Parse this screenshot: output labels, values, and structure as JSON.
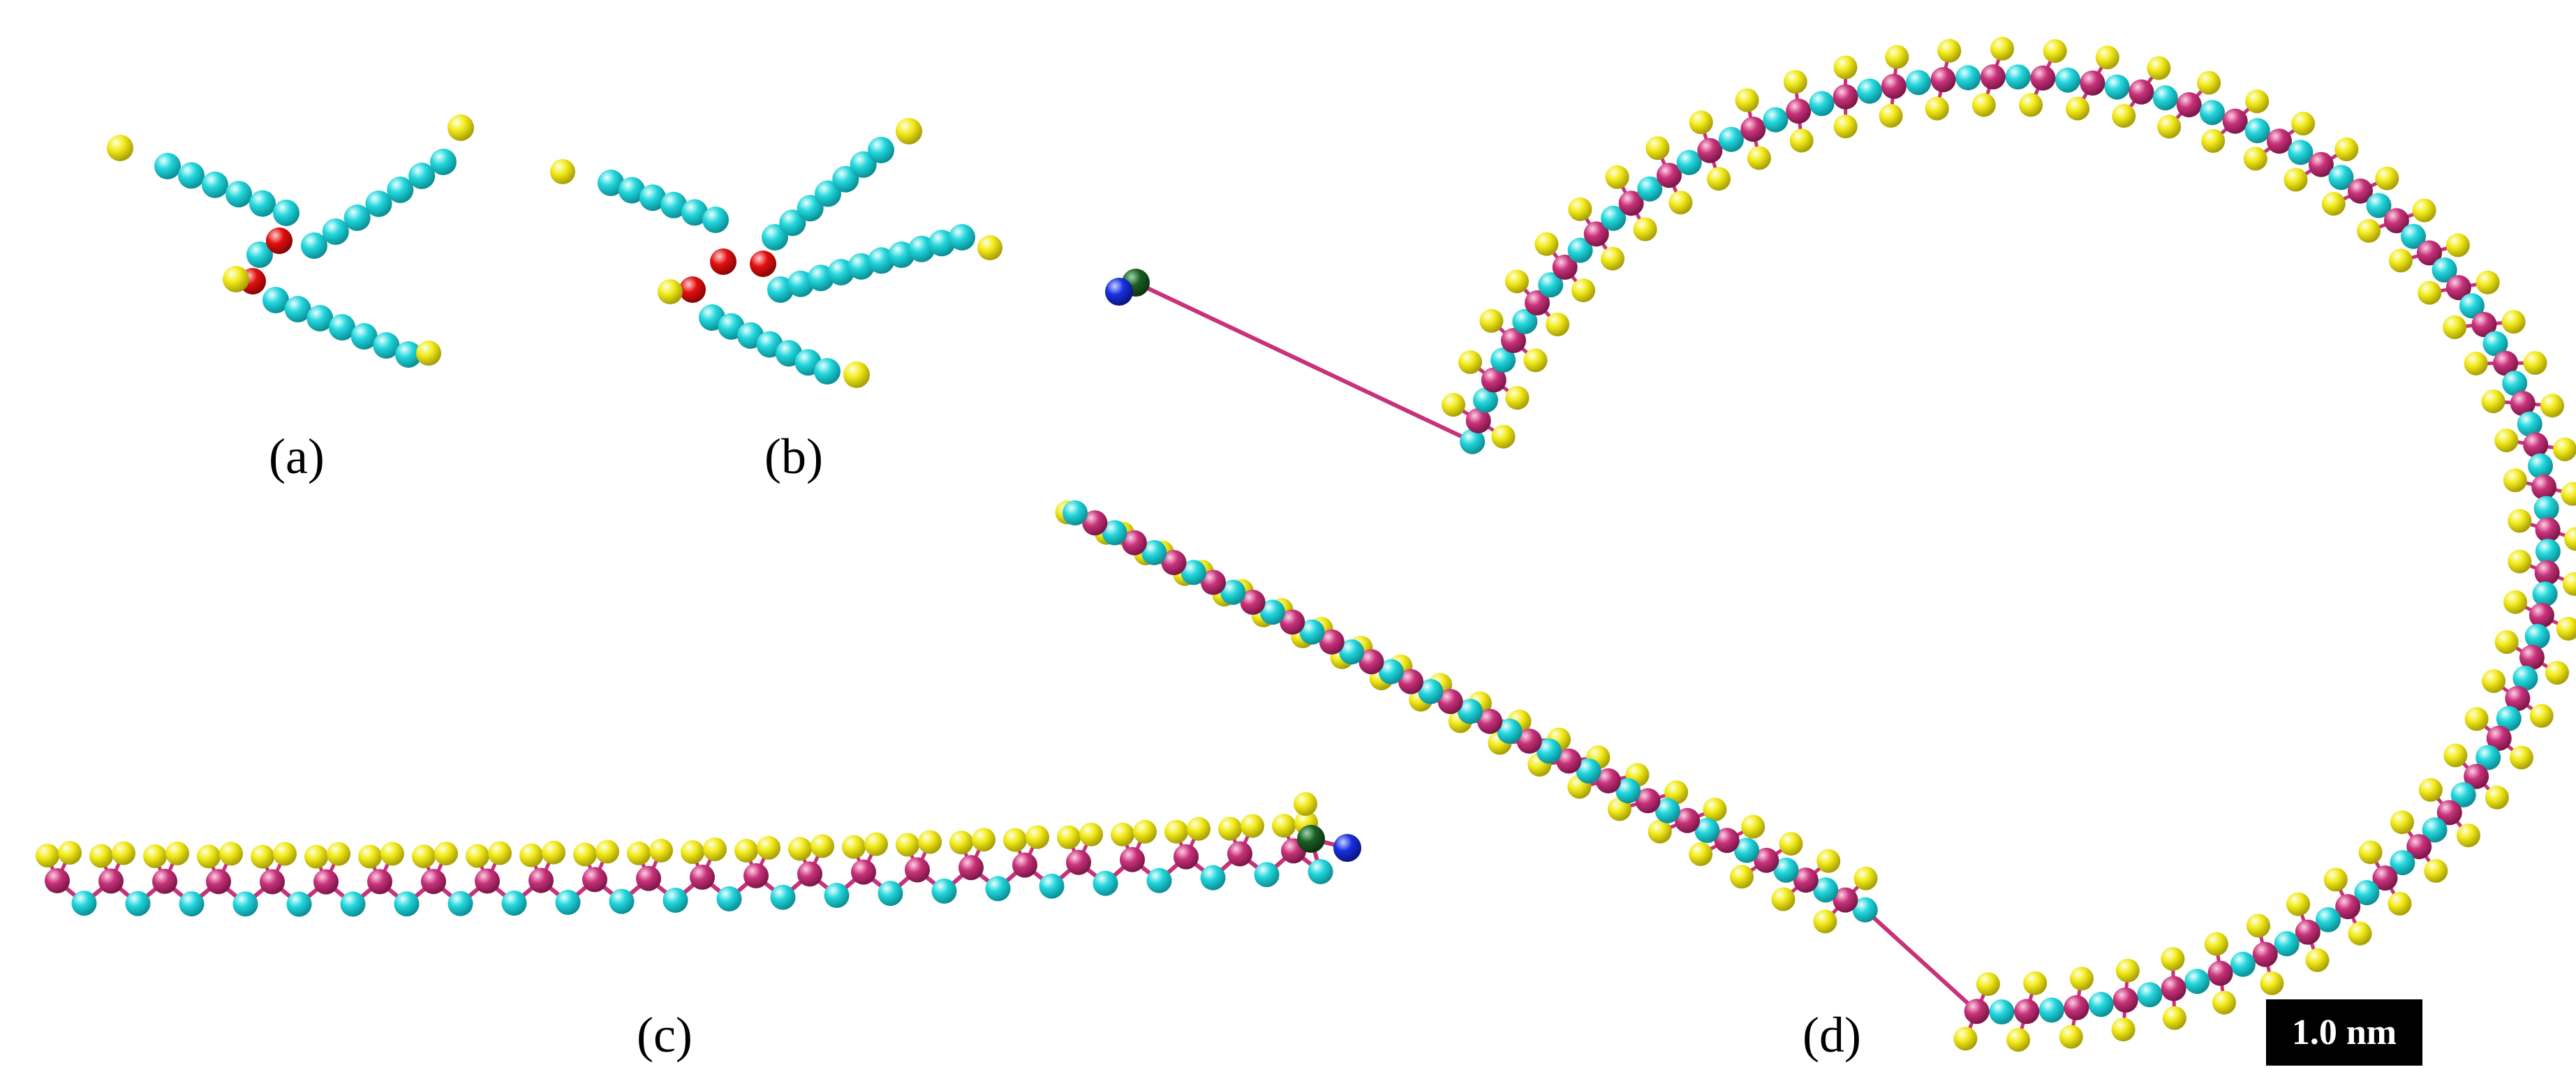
{
  "panels": [
    {
      "id": "a",
      "label": "(a)"
    },
    {
      "id": "b",
      "label": "(b)"
    },
    {
      "id": "c",
      "label": "(c)"
    },
    {
      "id": "d",
      "label": "(d)"
    }
  ],
  "scale_bar": {
    "label": "1.0 nm"
  },
  "atom_colors": {
    "carbon": "#22d6dc",
    "hydrogen": "#f2ea1a",
    "backbone": "#c8327a",
    "oxygen": "#e30f0f",
    "nitrogen": "#1730e0",
    "terminal": "#1b5e25",
    "bond": "#c8327a"
  }
}
